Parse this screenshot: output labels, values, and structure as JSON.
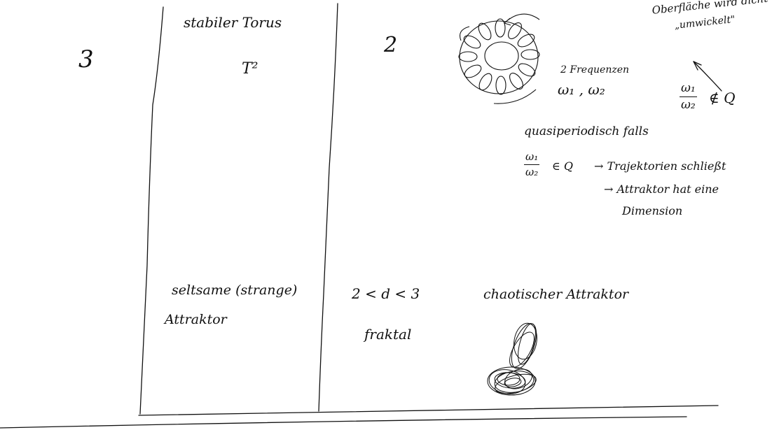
{
  "row1": {
    "dimension": "3",
    "name": "stabiler Torus",
    "symbol": "T²",
    "attractor_dimension": "2",
    "note_top": "Oberfläche wird dicht",
    "note_top2": "„umwickelt\"",
    "frequencies_label": "2 Frequenzen",
    "frequencies_symbols": "ω₁ , ω₂",
    "ratio_irrational": {
      "num": "ω₁",
      "den": "ω₂",
      "rel": "∉ Q"
    },
    "quasiperiodic": "quasiperiodisch falls",
    "ratio_rational": {
      "num": "ω₁",
      "den": "ω₂",
      "rel": "∈ Q"
    },
    "consequence1": "→ Trajektorien schließt",
    "consequence2": "→ Attraktor hat eine",
    "consequence3": "Dimension"
  },
  "row2": {
    "name_line1": "seltsame (strange)",
    "name_line2": "Attraktor",
    "dimension_range": "2 < d < 3",
    "fractal": "fraktal",
    "chaotic": "chaotischer Attraktor"
  },
  "colors": {
    "ink": "#111111",
    "background": "#ffffff"
  },
  "icons": [
    "torus-sketch-icon",
    "chaotic-attractor-sketch-icon",
    "arrow-icon"
  ]
}
